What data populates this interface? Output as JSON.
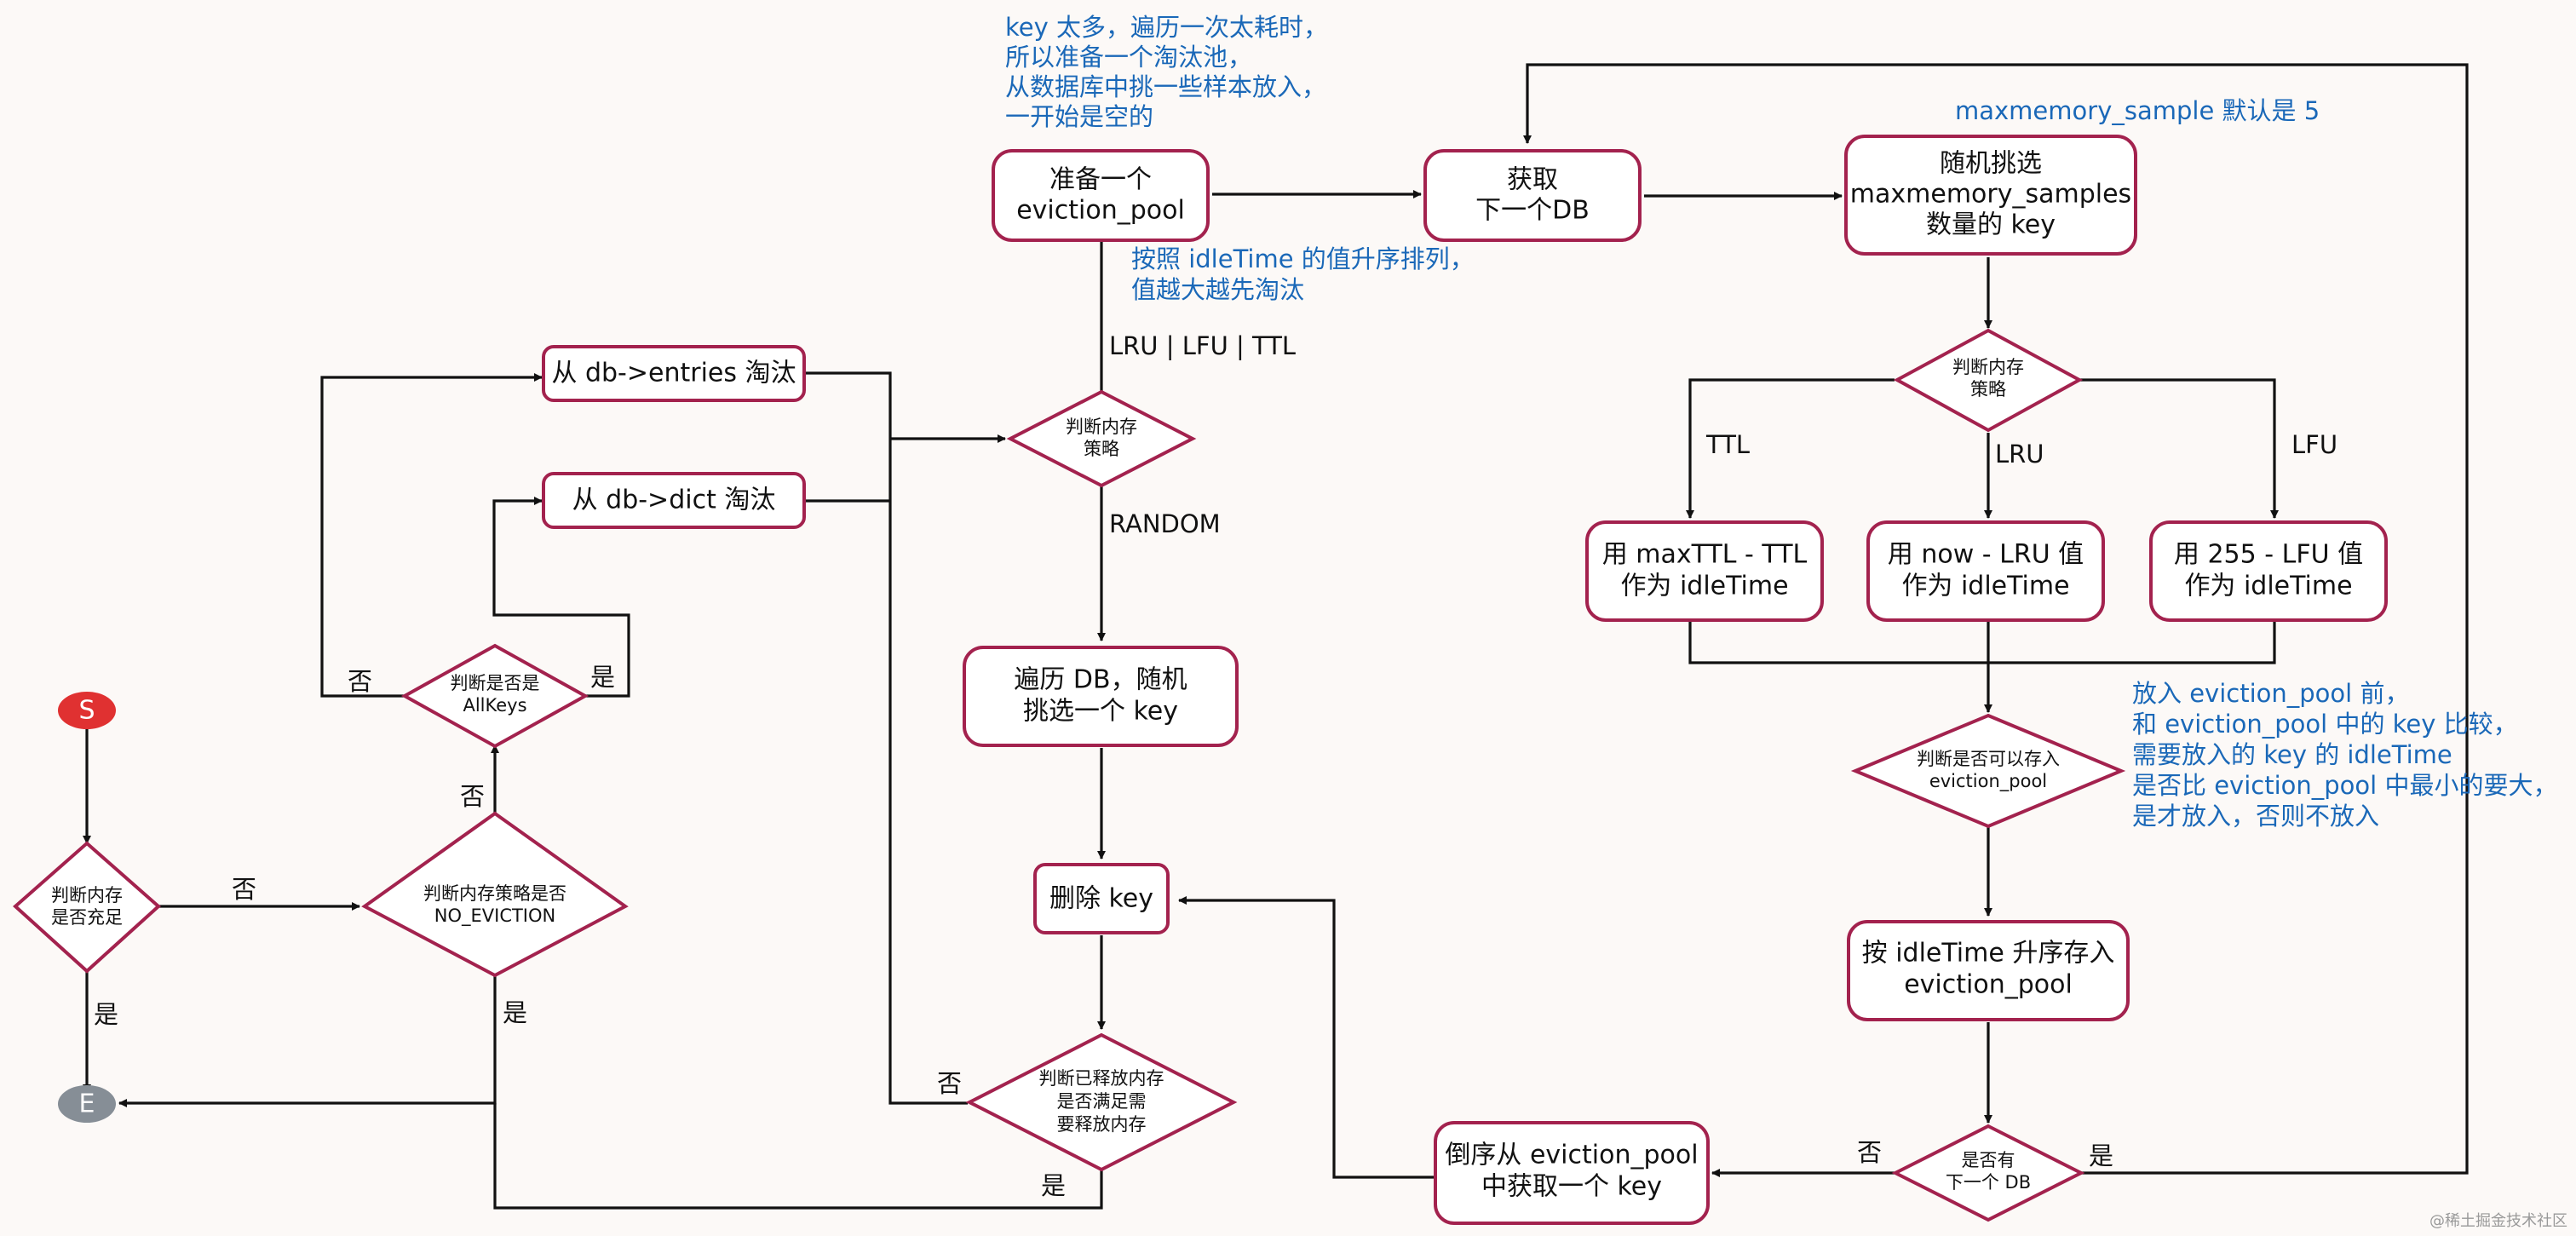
{
  "nodes": {
    "start": "S",
    "end": "E",
    "check_memory": [
      "判断内存",
      "是否充足"
    ],
    "check_no_eviction": [
      "判断内存策略是否",
      "NO_EVICTION"
    ],
    "check_allkeys": [
      "判断是否是",
      "AllKeys"
    ],
    "from_entries": "从 db->entries 淘汰",
    "from_dict": "从 db->dict 淘汰",
    "policy_left": [
      "判断内存",
      "策略"
    ],
    "prepare_pool": [
      "准备一个",
      "eviction_pool"
    ],
    "random_pick": [
      "遍历 DB，随机",
      "挑选一个 key"
    ],
    "delete_key": "删除 key",
    "check_freed": [
      "判断已释放内存",
      "是否满足需",
      "要释放内存"
    ],
    "get_next_db": [
      "获取",
      "下一个DB"
    ],
    "random_samples": [
      "随机挑选",
      "maxmemory_samples",
      "数量的 key"
    ],
    "policy_right": [
      "判断内存",
      "策略"
    ],
    "ttl_value": [
      "用 maxTTL - TTL",
      "作为 idleTime"
    ],
    "lru_value": [
      "用 now - LRU 值",
      "作为 idleTime"
    ],
    "lfu_value": [
      "用 255 - LFU 值",
      "作为 idleTime"
    ],
    "can_store": [
      "判断是否可以存入",
      "eviction_pool"
    ],
    "store_asc": [
      "按 idleTime 升序存入",
      "eviction_pool"
    ],
    "has_next_db": [
      "是否有",
      "下一个 DB"
    ],
    "reverse_get": [
      "倒序从 eviction_pool",
      "中获取一个 key"
    ]
  },
  "edge_labels": {
    "memory_no": "否",
    "memory_yes": "是",
    "no_eviction_no": "否",
    "no_eviction_yes": "是",
    "allkeys_no": "否",
    "allkeys_yes": "是",
    "lru_lfu_ttl": "LRU | LFU | TTL",
    "random": "RANDOM",
    "freed_no": "否",
    "freed_yes": "是",
    "ttl": "TTL",
    "lru": "LRU",
    "lfu": "LFU",
    "next_db_no": "否",
    "next_db_yes": "是"
  },
  "notes": {
    "pool_note": [
      "key 太多，遍历一次太耗时，",
      "所以准备一个淘汰池，",
      "从数据库中挑一些样本放入，",
      "一开始是空的"
    ],
    "sort_note": [
      "按照 idleTime 的值升序排列，",
      "值越大越先淘汰"
    ],
    "sample_note": "maxmemory_sample 默认是 5",
    "compare_note": [
      "放入 eviction_pool 前，",
      "和 eviction_pool 中的 key 比较，",
      "需要放入的 key 的 idleTime",
      "是否比 eviction_pool 中最小的要大，",
      "是才放入，否则不放入"
    ]
  },
  "watermark": "@稀土掘金技术社区",
  "colors": {
    "node_border": "#a3224e",
    "note_text": "#1a68b8",
    "start": "#e03131",
    "end": "#868e96",
    "background": "#fcf9f7"
  }
}
